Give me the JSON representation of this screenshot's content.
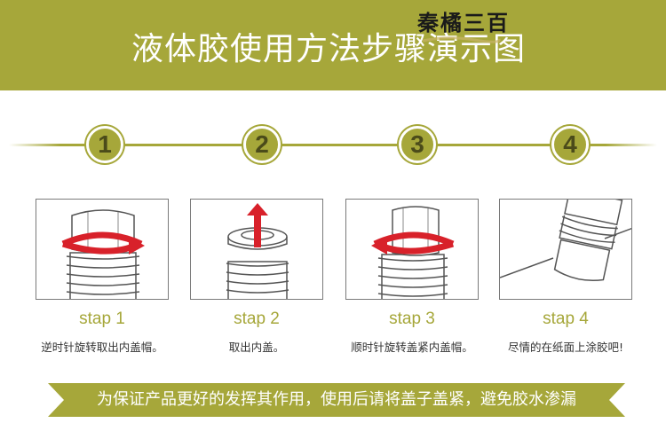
{
  "header": {
    "title": "液体胶使用方法步骤演示图",
    "logo_text": "秦橘三百"
  },
  "colors": {
    "accent": "#a6a73a",
    "step_number_text": "#4b4b1a",
    "arrow_red": "#d8212a"
  },
  "steps": [
    {
      "number": "1",
      "label": "stap 1",
      "description": "逆时针旋转取出内盖帽。",
      "illustration": "unscrew-outer-cap"
    },
    {
      "number": "2",
      "label": "stap 2",
      "description": "取出内盖。",
      "illustration": "lift-inner-lid"
    },
    {
      "number": "3",
      "label": "stap 3",
      "description": "顺时针旋转盖紧内盖帽。",
      "illustration": "screw-inner-cap"
    },
    {
      "number": "4",
      "label": "stap 4",
      "description": "尽情的在纸面上涂胶吧!",
      "illustration": "apply-glue-on-paper"
    }
  ],
  "banner": {
    "text": "为保证产品更好的发挥其作用，使用后请将盖子盖紧，避免胶水渗漏"
  }
}
